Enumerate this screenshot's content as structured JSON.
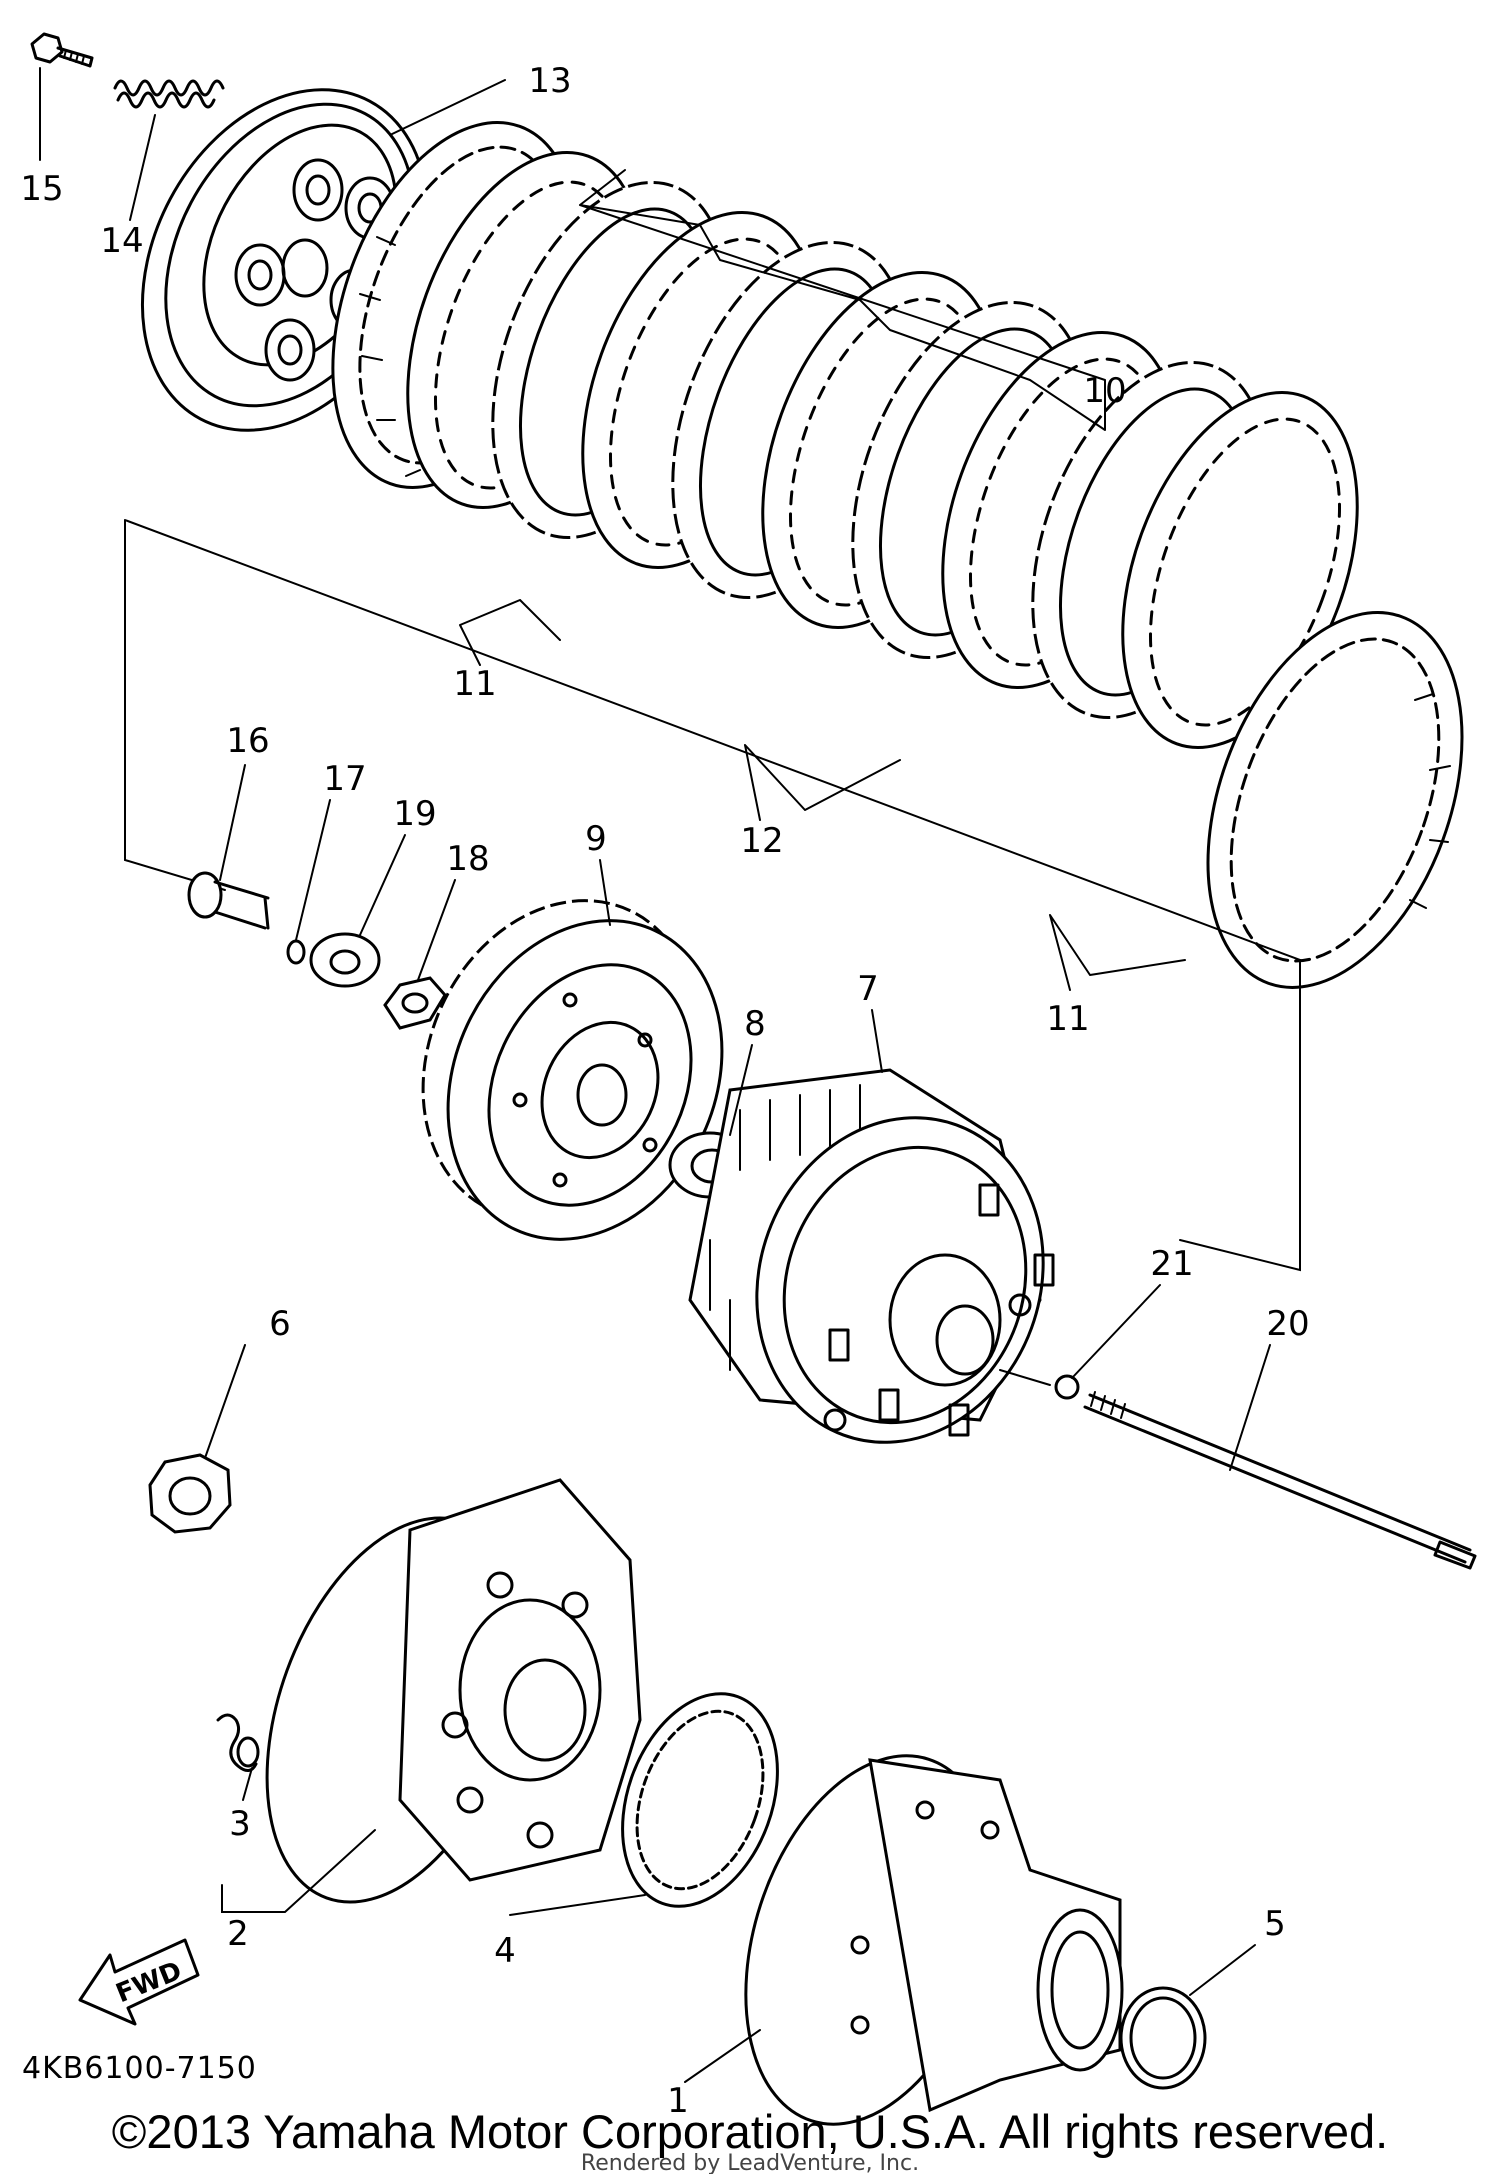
{
  "diagram": {
    "callouts": {
      "c1": "1",
      "c2": "2",
      "c3": "3",
      "c4": "4",
      "c5": "5",
      "c6": "6",
      "c7": "7",
      "c8": "8",
      "c9": "9",
      "c10": "10",
      "c11a": "11",
      "c11b": "11",
      "c12": "12",
      "c13": "13",
      "c14": "14",
      "c15": "15",
      "c16": "16",
      "c17": "17",
      "c18": "18",
      "c19": "19",
      "c20": "20",
      "c21": "21"
    },
    "fwd_label": "FWD",
    "drawing_code": "4KB6100-7150",
    "copyright": "©2013 Yamaha Motor Corporation, U.S.A. All rights reserved.",
    "rendered_by": "Rendered by LeadVenture, Inc."
  }
}
